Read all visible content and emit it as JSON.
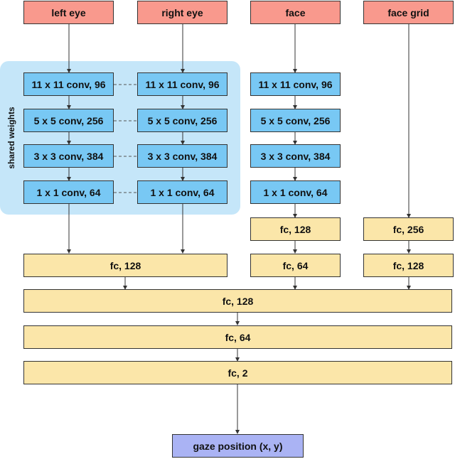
{
  "inputs": {
    "left_eye": "left eye",
    "right_eye": "right eye",
    "face": "face",
    "face_grid": "face grid"
  },
  "shared_weights_label": "shared weights",
  "left_eye_branch": [
    "11 x 11 conv, 96",
    "5 x 5 conv, 256",
    "3 x 3 conv, 384",
    "1 x 1 conv, 64"
  ],
  "right_eye_branch": [
    "11 x 11 conv, 96",
    "5 x 5 conv, 256",
    "3 x 3 conv, 384",
    "1 x 1 conv, 64"
  ],
  "face_branch": [
    "11 x 11 conv, 96",
    "5 x 5 conv, 256",
    "3 x 3 conv, 384",
    "1 x 1 conv, 64",
    "fc, 128",
    "fc, 64"
  ],
  "face_grid_branch": [
    "fc, 256",
    "fc, 128"
  ],
  "eyes_fc": "fc, 128",
  "merged": [
    "fc, 128",
    "fc, 64",
    "fc, 2"
  ],
  "output": "gaze position (x, y)",
  "colors": {
    "input": "#f9998d",
    "conv": "#78c8f4",
    "fc": "#fbe6a9",
    "output": "#aab3f4",
    "shared_region": "#c5e6f9"
  }
}
